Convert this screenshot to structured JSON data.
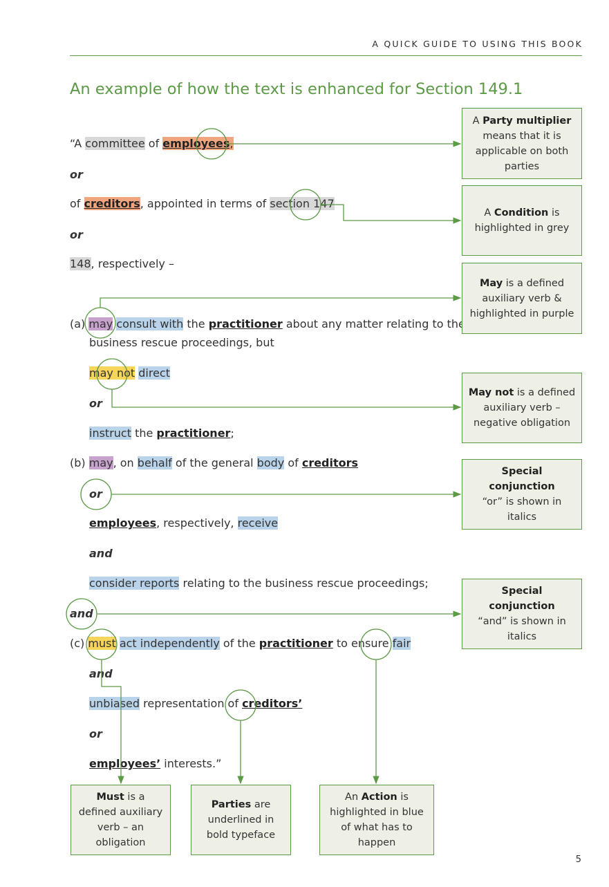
{
  "header": {
    "running_title": "A QUICK GUIDE TO USING THIS BOOK"
  },
  "title": "An example of how the text is enhanced for Section 149.1",
  "text": {
    "l1": {
      "q": "“A ",
      "committee": "committee",
      "of": " of ",
      "employees": "employees",
      "comma": ","
    },
    "l2": "or",
    "l3": {
      "of": "of ",
      "creditors": "creditors",
      "appointed": ", appointed in terms of ",
      "section": "section",
      "sp": " ",
      "num": "147"
    },
    "l4": "or",
    "l5": {
      "num": "148",
      "rest": ", respectively –"
    },
    "a1": {
      "label": "(a) ",
      "may": "may",
      "sp": " ",
      "consult": "consult with",
      "the": " the ",
      "practitioner": "practitioner",
      "rest": " about any matter relating to the"
    },
    "a2": "business rescue proceedings, but",
    "a3": {
      "maynot": "may not",
      "sp": " ",
      "direct": "direct"
    },
    "a4": "or",
    "a5": {
      "instruct": "instruct",
      "the": " the ",
      "practitioner": "practitioner",
      "semi": ";"
    },
    "b1": {
      "label": "(b) ",
      "may": "may",
      "on": ", on ",
      "behalf": "behalf",
      "ofthe": " of the general ",
      "body": "body",
      "of": " of ",
      "creditors": "creditors"
    },
    "b2": "or",
    "b3": {
      "employees": "employees",
      "resp": ", respectively, ",
      "receive": "receive"
    },
    "b4": "and",
    "b5": {
      "consider": "consider reports",
      "rest": " relating to the business rescue proceedings;"
    },
    "and_side": "and",
    "c1": {
      "label": "(c) ",
      "must": "must",
      "sp": " ",
      "act": "act independently",
      "ofthe": " of the ",
      "practitioner": "practitioner",
      "toensure": " to ensure ",
      "fair": "fair"
    },
    "c2": "and",
    "c3": {
      "unbiased": "unbiased",
      "rep": " representation of ",
      "creditors": "creditors’"
    },
    "c4": "or",
    "c5": {
      "employees": "employees’",
      "rest": " interests.”"
    }
  },
  "callouts": {
    "party_multiplier": {
      "pre": "A ",
      "bold": "Party multiplier",
      "post": " means that it is applicable on both parties"
    },
    "condition": {
      "pre": "A ",
      "bold": "Condition",
      "post": " is highlighted in grey"
    },
    "may": {
      "pre": "",
      "bold": "May",
      "post": " is a defined auxiliary verb & highlighted in purple"
    },
    "may_not": {
      "pre": "",
      "bold": "May not",
      "post": " is a defined auxiliary verb – negative obligation"
    },
    "special_or": {
      "bold": "Special conjunction",
      "post": "“or” is shown in italics"
    },
    "special_and": {
      "bold": "Special conjunction",
      "post": "“and” is shown in italics"
    },
    "must": {
      "pre": "",
      "bold": "Must",
      "post": " is a defined auxiliary verb – an obligation"
    },
    "parties": {
      "pre": "",
      "bold": "Parties",
      "post": " are underlined in bold typeface"
    },
    "action": {
      "pre": "An ",
      "bold": "Action",
      "post": " is highlighted in blue of what has to happen"
    }
  },
  "page_number": "5",
  "colors": {
    "accent_green": "#5c9a46",
    "callout_bg": "#eef0e6",
    "condition_grey": "#d8d8d8",
    "party_multiplier_orange": "#f0a57f",
    "may_purple": "#c7a2cd",
    "must_yellow": "#f7d55a",
    "action_blue": "#b9d3ea"
  }
}
